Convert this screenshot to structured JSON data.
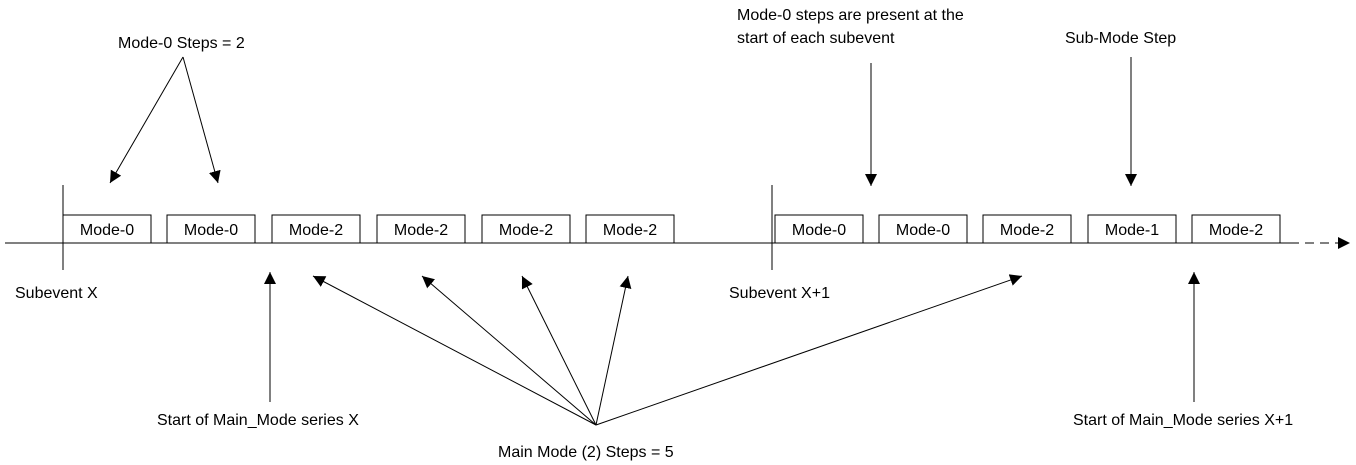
{
  "labels": {
    "mode0_steps": "Mode-0 Steps = 2",
    "mode0_present_line1": "Mode-0 steps are present at the",
    "mode0_present_line2": "start of each subevent",
    "sub_mode_step": "Sub-Mode Step",
    "subevent_x": "Subevent X",
    "subevent_x1": "Subevent X+1",
    "start_main_x": "Start of Main_Mode series X",
    "start_main_x1": "Start of Main_Mode series X+1",
    "main_mode_steps": "Main Mode (2) Steps = 5"
  },
  "boxes": [
    {
      "label": "Mode-0"
    },
    {
      "label": "Mode-0"
    },
    {
      "label": "Mode-2"
    },
    {
      "label": "Mode-2"
    },
    {
      "label": "Mode-2"
    },
    {
      "label": "Mode-2"
    },
    {
      "label": "Mode-0"
    },
    {
      "label": "Mode-0"
    },
    {
      "label": "Mode-2"
    },
    {
      "label": "Mode-1"
    },
    {
      "label": "Mode-2"
    }
  ]
}
